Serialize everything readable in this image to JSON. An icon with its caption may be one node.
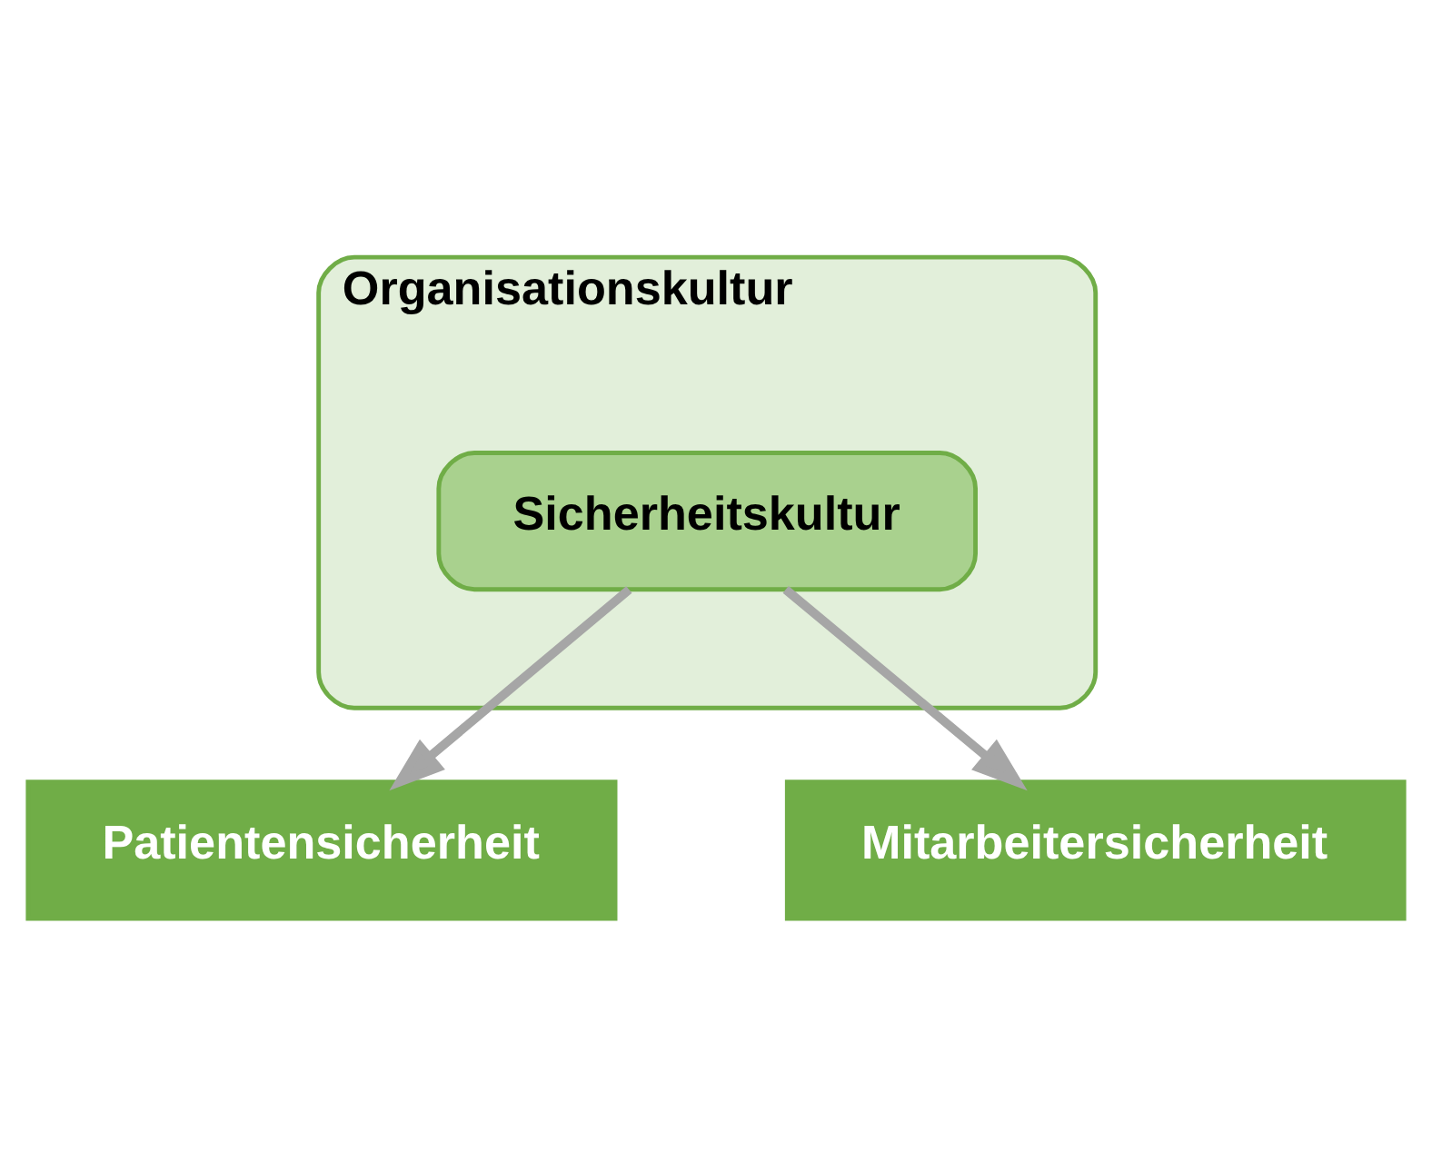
{
  "diagram": {
    "nodes": [
      {
        "text": [
          "Organisationskultur"
        ]
      },
      {
        "text": [
          "Sicherheitskultur"
        ],
        "in": 0
      },
      {
        "text": [
          "Patientensicherheit"
        ]
      },
      {
        "text": [
          "Mitarbeitersicherheit"
        ]
      }
    ],
    "edges": [
      {
        "from": 1,
        "to": 2,
        "arrow": "to"
      },
      {
        "from": 1,
        "to": 3,
        "arrow": "to"
      }
    ]
  }
}
